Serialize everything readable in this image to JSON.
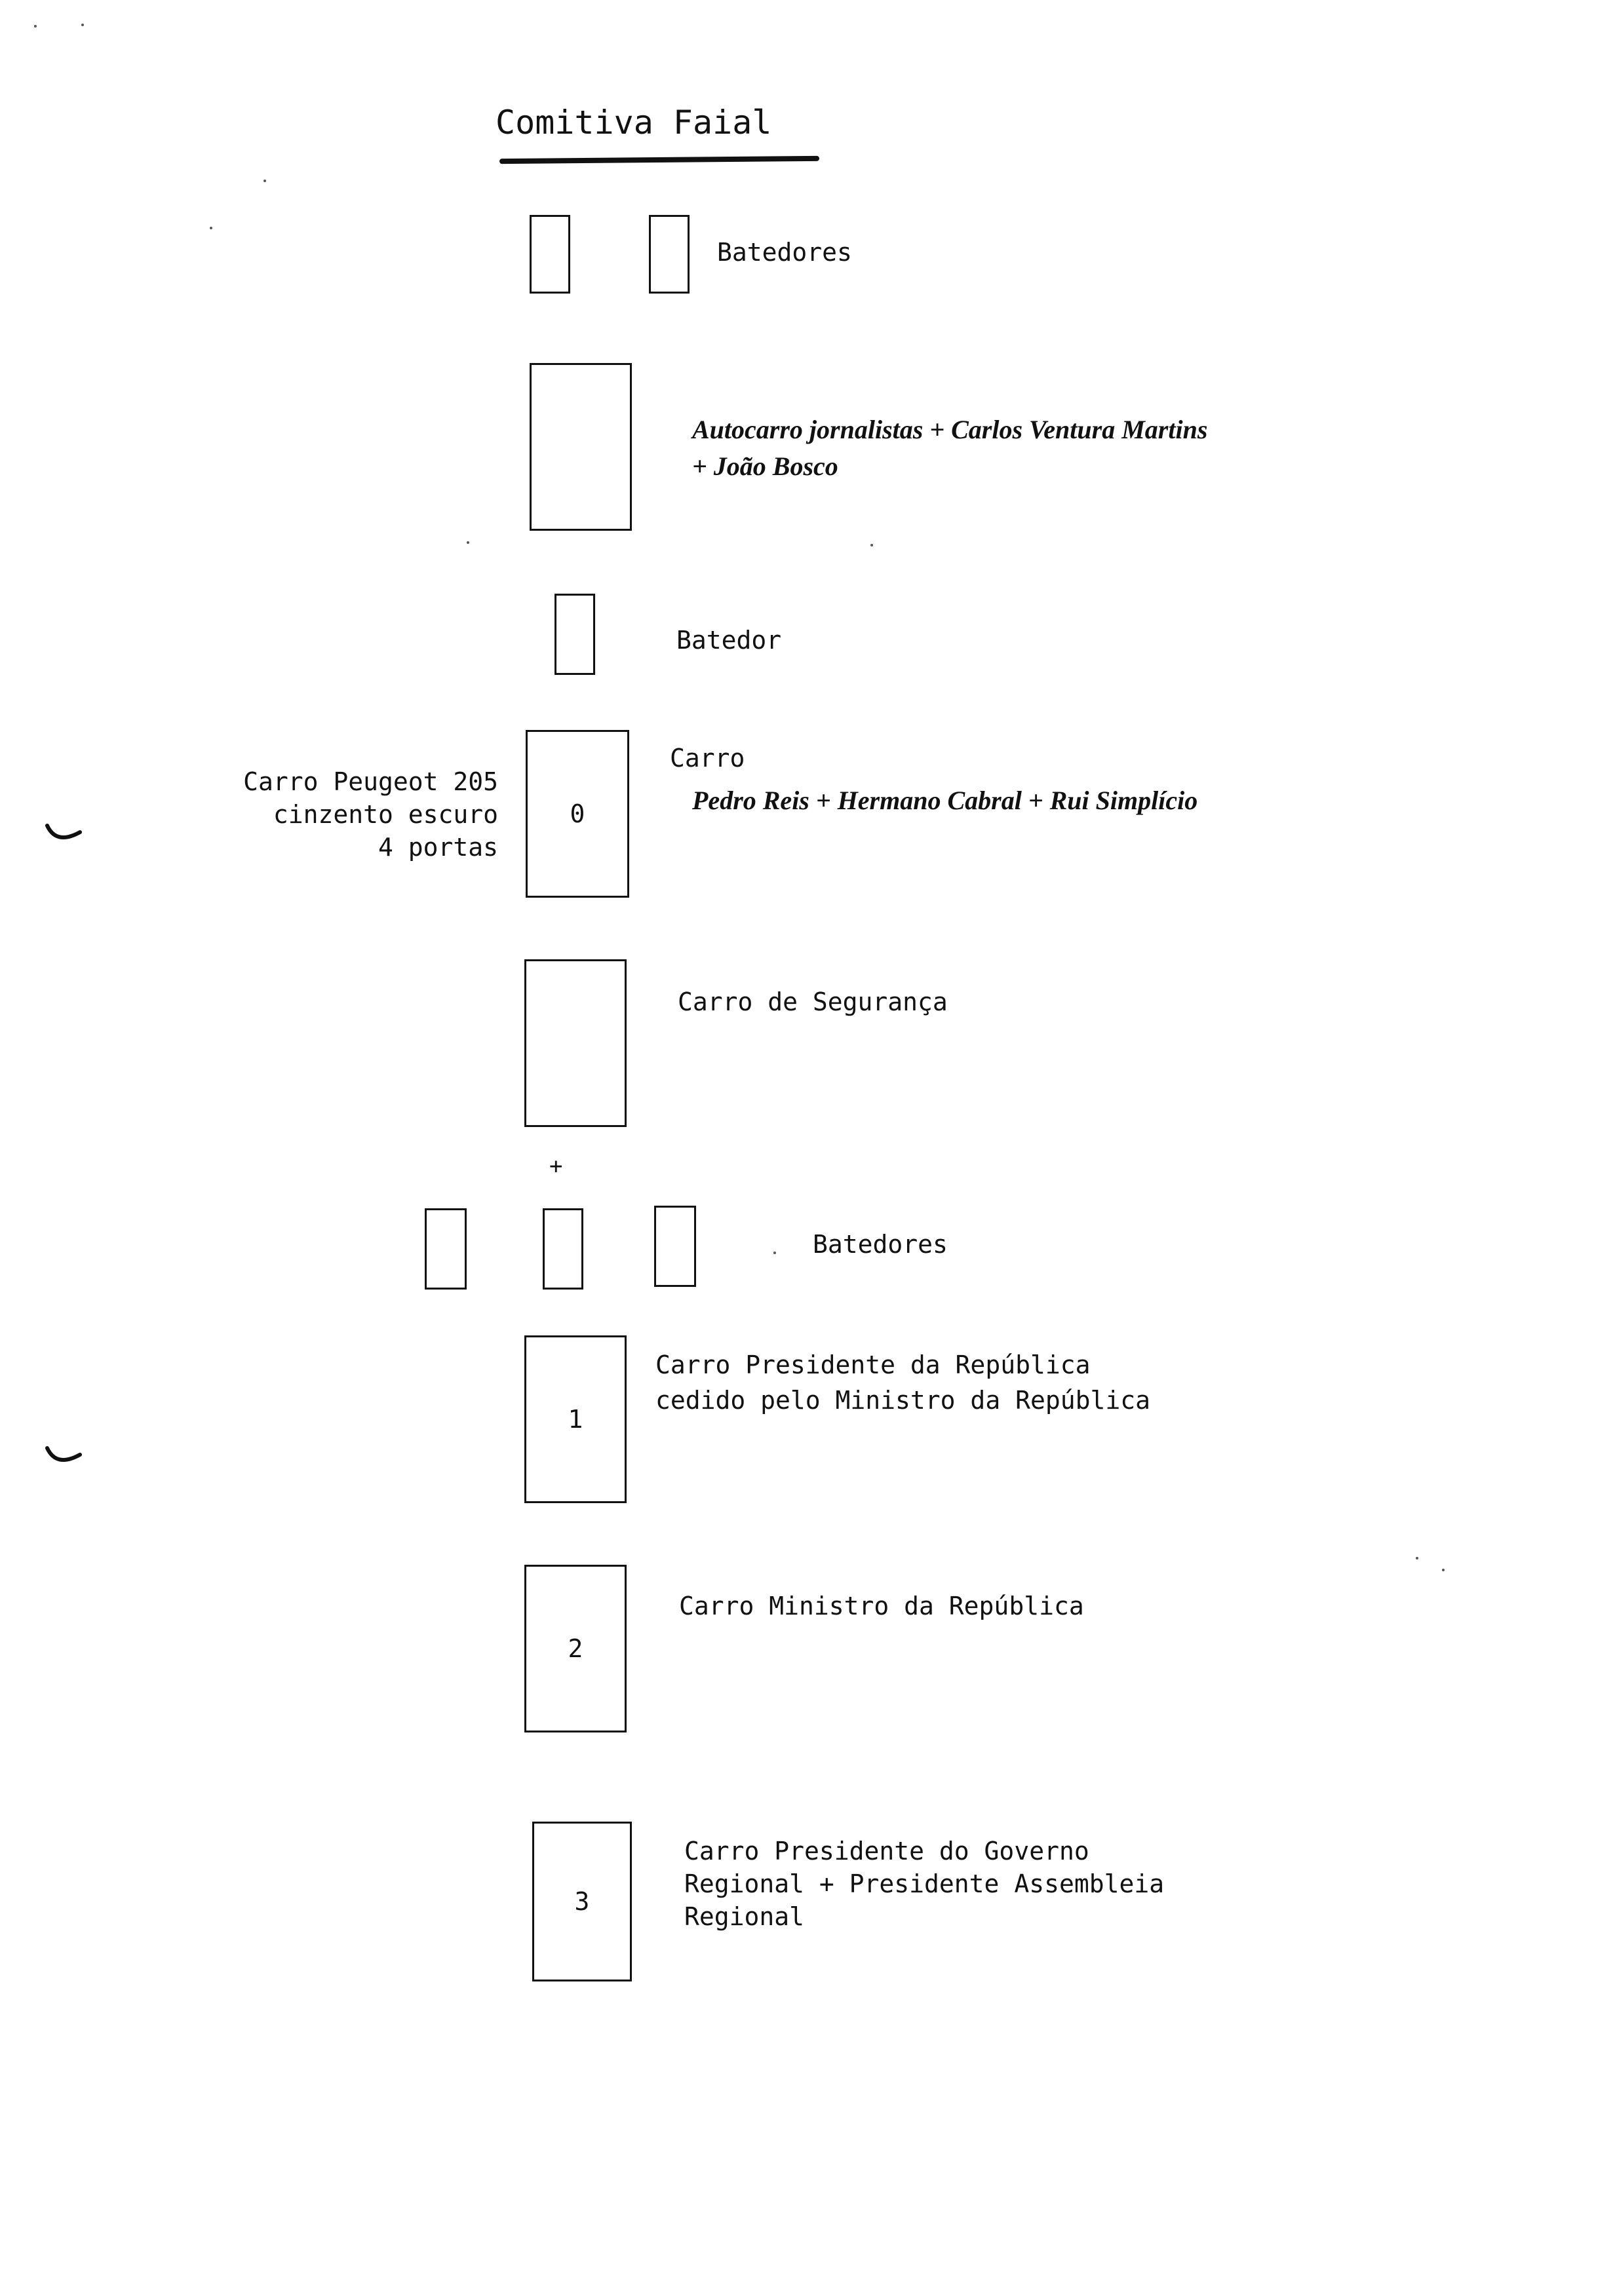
{
  "document": {
    "title": "Comitiva Faial",
    "entries": {
      "batedores_top": {
        "label": "Batedores"
      },
      "autocarro": {
        "line1": "Autocarro jornalistas + Carlos Ventura Martins",
        "line2": "+ João Bosco"
      },
      "batedor": {
        "label": "Batedor"
      },
      "carro_0": {
        "number": "0",
        "label": "Carro",
        "passengers": "Pedro Reis + Hermano Cabral + Rui Simplício",
        "side_note": [
          "Carro Peugeot 205",
          "cinzento escuro",
          "4 portas"
        ]
      },
      "carro_seguranca": {
        "label": "Carro de Segurança"
      },
      "plus": "+",
      "batedores_mid": {
        "label": "Batedores"
      },
      "carro_1": {
        "number": "1",
        "line1": "Carro Presidente da República",
        "line2": "cedido pelo Ministro da República"
      },
      "carro_2": {
        "number": "2",
        "label": "Carro Ministro da República"
      },
      "carro_3": {
        "number": "3",
        "line1": "Carro Presidente do Governo",
        "line2": "Regional + Presidente Assembleia",
        "line3": "Regional"
      }
    }
  }
}
